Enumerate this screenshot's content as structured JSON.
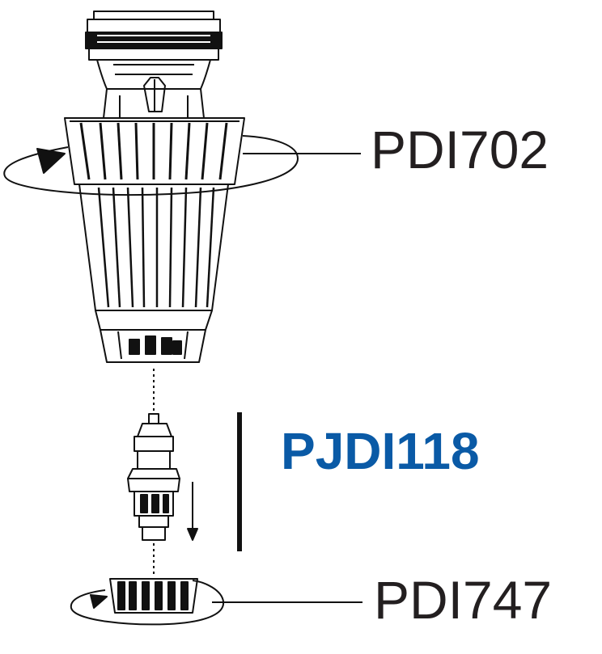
{
  "parts": {
    "pdi702": {
      "label": "PDI702"
    },
    "pjdi118": {
      "label": "PJDI118"
    },
    "pdi747": {
      "label": "PDI747"
    }
  },
  "colors": {
    "line": "#111111",
    "highlight": "#0a5aa6",
    "text": "#231f20"
  }
}
